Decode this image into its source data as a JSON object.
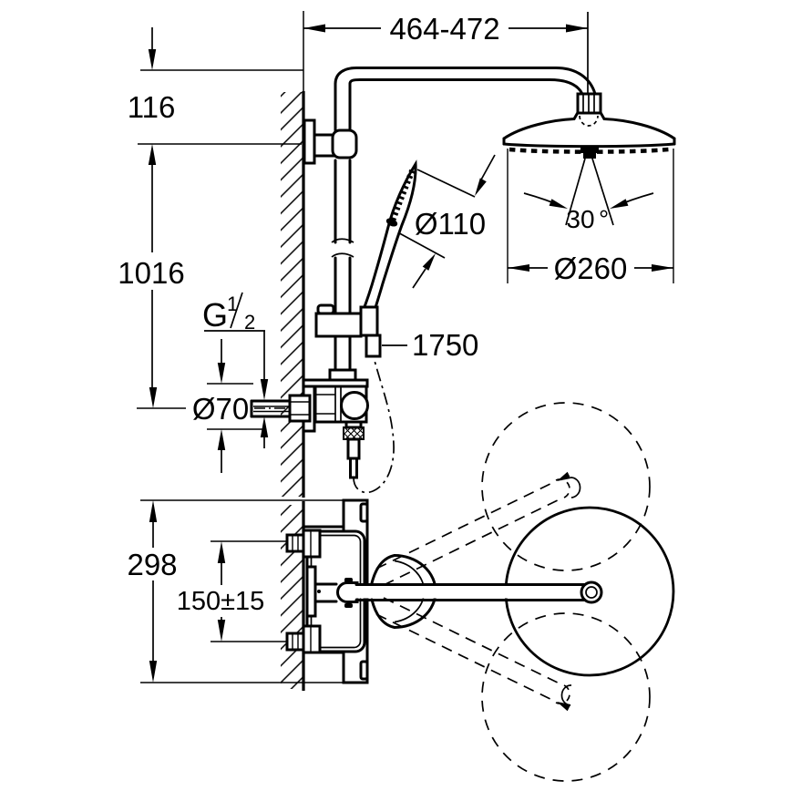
{
  "drawing": {
    "kind": "shower system installation drawing",
    "labels": {
      "span": "464-472",
      "arm_height": "116",
      "rail_height": "1016",
      "thread_g": "G",
      "thread_num": "1",
      "thread_den": "2",
      "rosette_dia": "Ø70",
      "handshower_dia": "Ø110",
      "hose_length": "1750",
      "swivel_angle": "30",
      "degree_sign": "°",
      "headshower_dia": "Ø260",
      "body_height": "298",
      "inlet_spacing": "150±15"
    },
    "colors": {
      "line": "#000000",
      "background": "#ffffff"
    }
  }
}
